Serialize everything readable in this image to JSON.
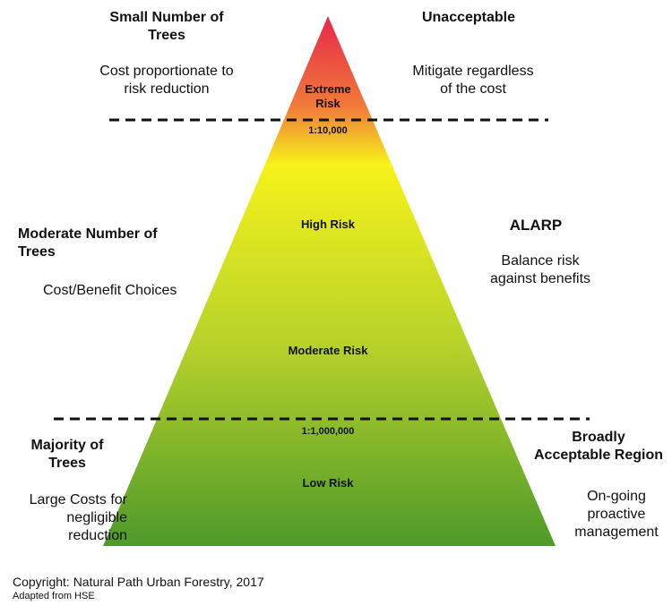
{
  "pyramid_colors": {
    "top": "#e8274a",
    "upper": "#f07a3a",
    "middle": "#f6f21a",
    "lower": "#b7d22a",
    "bottom": "#4e9a2a"
  },
  "tiers": {
    "extreme": "Extreme\nRisk",
    "high": "High Risk",
    "moderate": "Moderate Risk",
    "low": "Low Risk"
  },
  "thresholds": {
    "upper": "1:10,000",
    "lower": "1:1,000,000"
  },
  "left": {
    "top_heading": "Small Number of\nTrees",
    "top_text": "Cost proportionate to\nrisk reduction",
    "mid_heading": "Moderate Number of\nTrees",
    "mid_text": "Cost/Benefit Choices",
    "bottom_heading": "Majority of\nTrees",
    "bottom_text": "Large Costs for\nnegligible\nreduction"
  },
  "right": {
    "top_heading": "Unacceptable",
    "top_text": "Mitigate regardless\nof the cost",
    "mid_heading": "ALARP",
    "mid_text": "Balance risk\nagainst benefits",
    "bottom_heading": "Broadly\nAcceptable Region",
    "bottom_text": "On-going\nproactive\nmanagement"
  },
  "footer": {
    "copyright": "Copyright: Natural Path Urban Forestry, 2017",
    "adapted": "Adapted from HSE"
  }
}
